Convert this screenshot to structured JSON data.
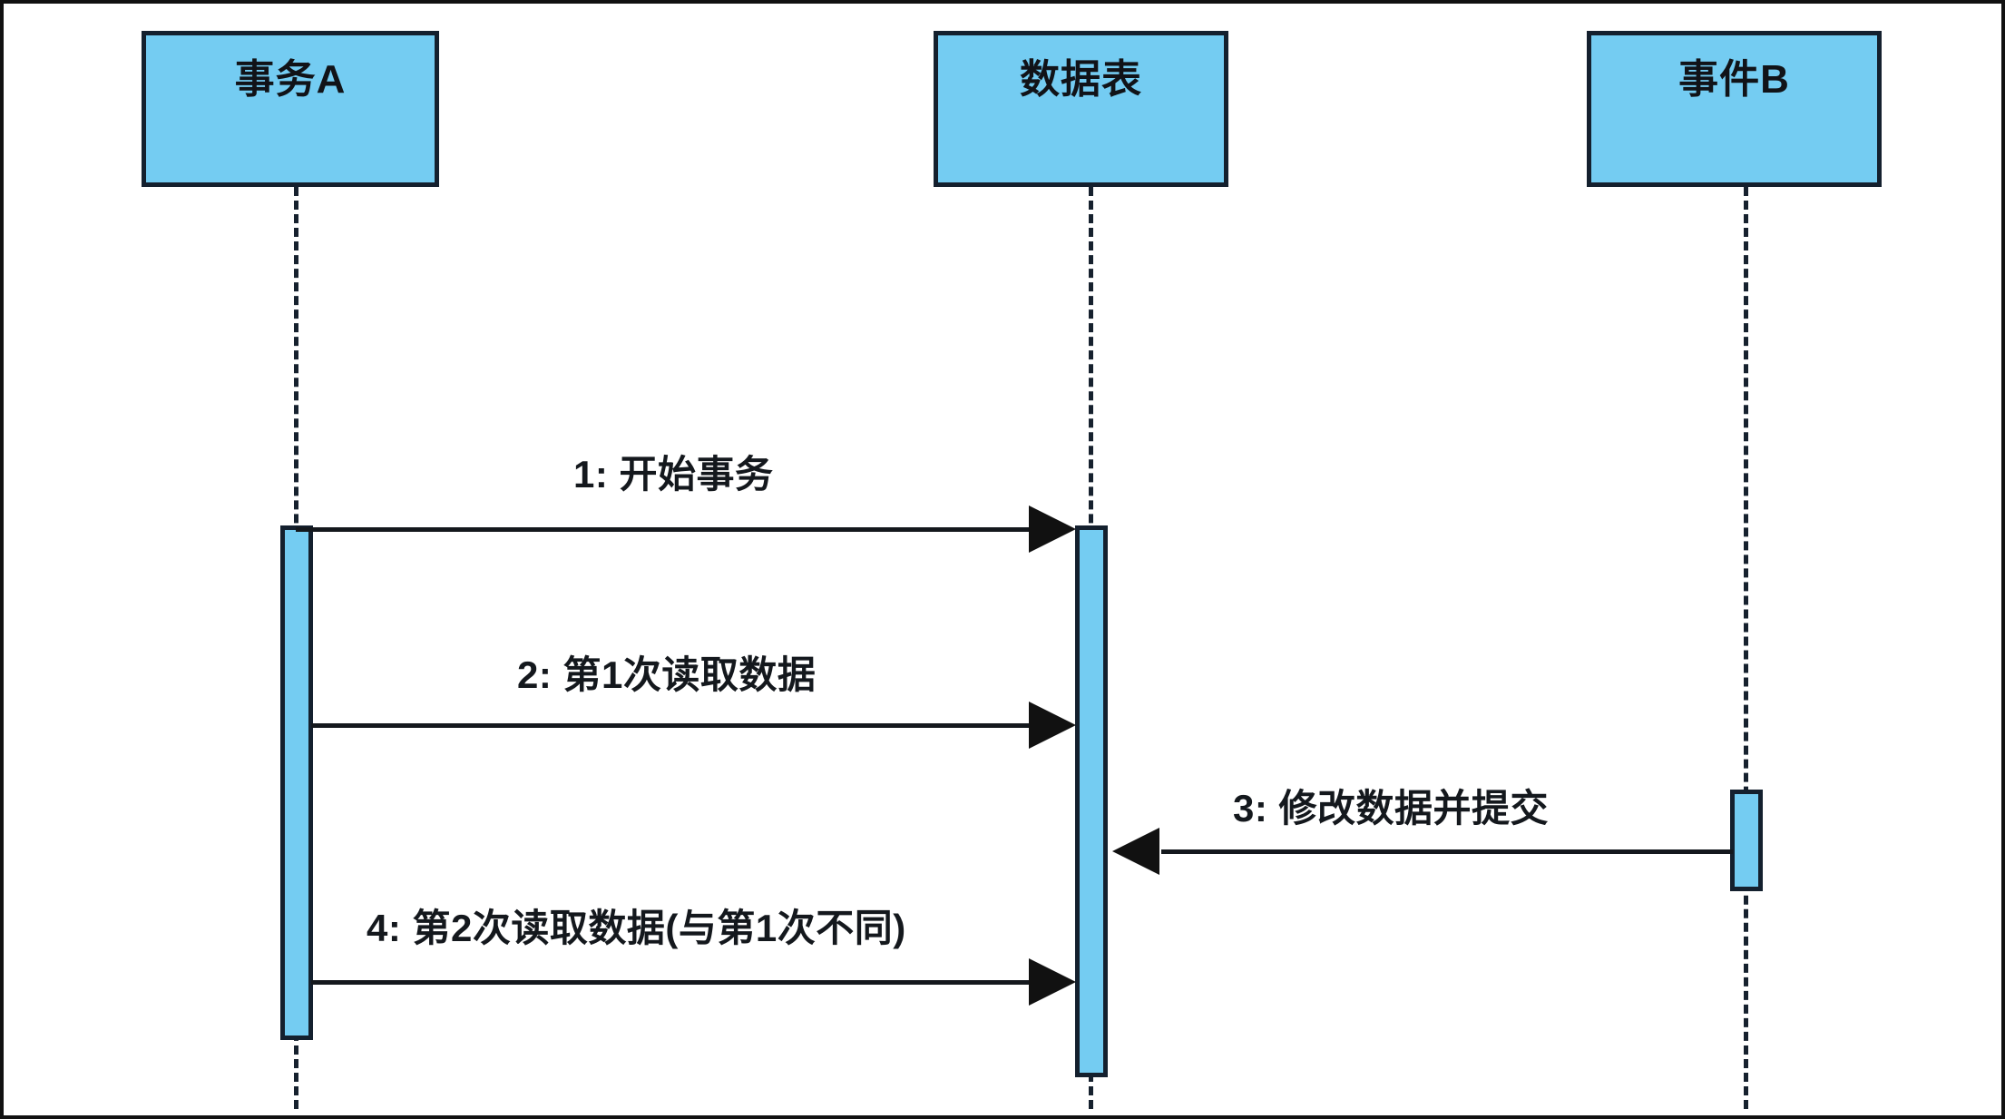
{
  "diagram": {
    "title": "UML Sequence Diagram - Non-repeatable Read",
    "type": "sequence-diagram",
    "colors": {
      "participant_fill": "#74CCF2",
      "participant_border": "#14202e",
      "activation_fill": "#74CCF2",
      "activation_border": "#14202e",
      "line": "#14181d",
      "canvas": "#ffffff",
      "frame_border": "#111111"
    }
  },
  "participants": [
    {
      "id": "transaction-a",
      "label": "事务A"
    },
    {
      "id": "data-table",
      "label": "数据表"
    },
    {
      "id": "event-b",
      "label": "事件B"
    }
  ],
  "messages": [
    {
      "seq": "1",
      "label": "1: 开始事务",
      "from": "事务A",
      "to": "数据表",
      "direction": "right",
      "arrow": "solid-filled"
    },
    {
      "seq": "2",
      "label": "2: 第1次读取数据",
      "from": "事务A",
      "to": "数据表",
      "direction": "right",
      "arrow": "solid-filled"
    },
    {
      "seq": "3",
      "label": "3: 修改数据并提交",
      "from": "事件B",
      "to": "数据表",
      "direction": "left",
      "arrow": "solid-filled"
    },
    {
      "seq": "4",
      "label": "4: 第2次读取数据(与第1次不同)",
      "from": "事务A",
      "to": "数据表",
      "direction": "right",
      "arrow": "solid-filled"
    }
  ]
}
